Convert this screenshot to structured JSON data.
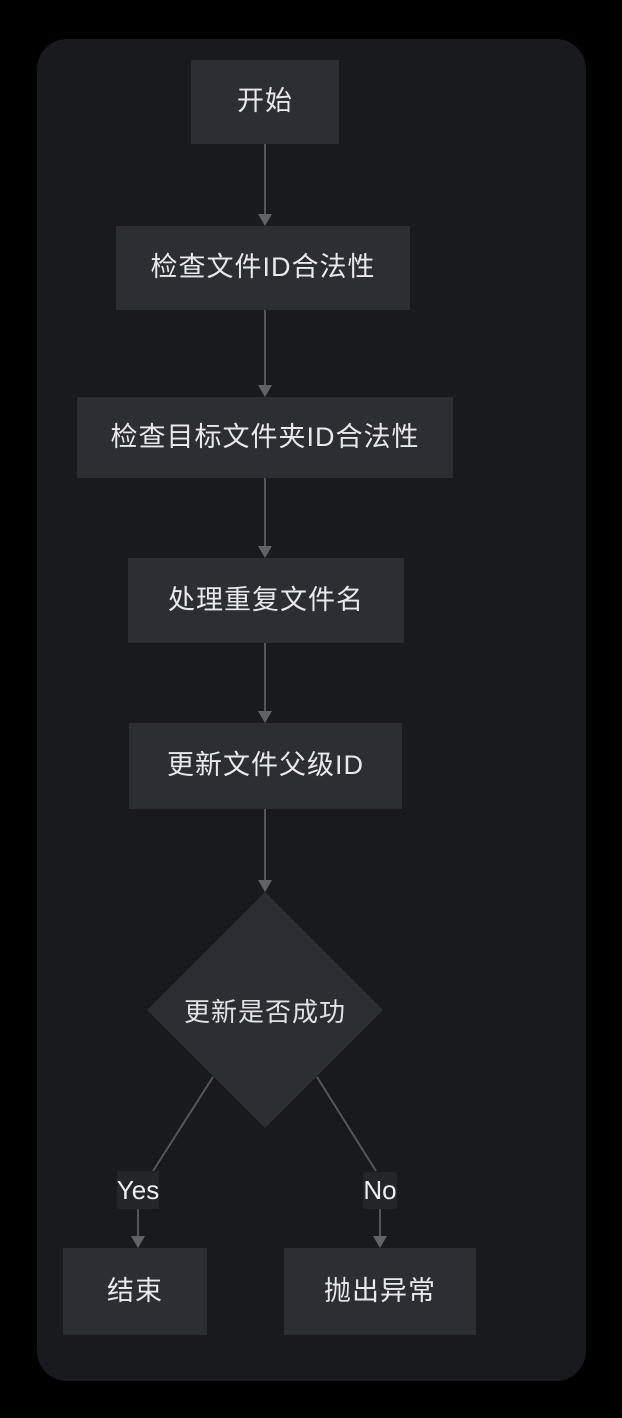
{
  "diagram": {
    "type": "flowchart",
    "direction": "top-down",
    "theme": "dark",
    "nodes": [
      {
        "id": "start",
        "label": "开始",
        "shape": "rect"
      },
      {
        "id": "check-file-id",
        "label": "检查文件ID合法性",
        "shape": "rect"
      },
      {
        "id": "check-folder-id",
        "label": "检查目标文件夹ID合法性",
        "shape": "rect"
      },
      {
        "id": "handle-duplicate",
        "label": "处理重复文件名",
        "shape": "rect"
      },
      {
        "id": "update-parent-id",
        "label": "更新文件父级ID",
        "shape": "rect"
      },
      {
        "id": "update-success",
        "label": "更新是否成功",
        "shape": "diamond"
      },
      {
        "id": "end",
        "label": "结束",
        "shape": "rect"
      },
      {
        "id": "throw-exception",
        "label": "抛出异常",
        "shape": "rect"
      }
    ],
    "edges": [
      {
        "from": "start",
        "to": "check-file-id",
        "label": ""
      },
      {
        "from": "check-file-id",
        "to": "check-folder-id",
        "label": ""
      },
      {
        "from": "check-folder-id",
        "to": "handle-duplicate",
        "label": ""
      },
      {
        "from": "handle-duplicate",
        "to": "update-parent-id",
        "label": ""
      },
      {
        "from": "update-parent-id",
        "to": "update-success",
        "label": ""
      },
      {
        "from": "update-success",
        "to": "end",
        "label": "Yes"
      },
      {
        "from": "update-success",
        "to": "throw-exception",
        "label": "No"
      }
    ],
    "colors": {
      "page_background": "#000000",
      "canvas_background": "#191a1d",
      "node_fill": "#2b2e33",
      "node_text": "#e7e9ec",
      "edge_line": "#53565c",
      "arrowhead": "#60646a",
      "edge_label_background": "#242529",
      "edge_label_text": "#eceef0"
    }
  }
}
